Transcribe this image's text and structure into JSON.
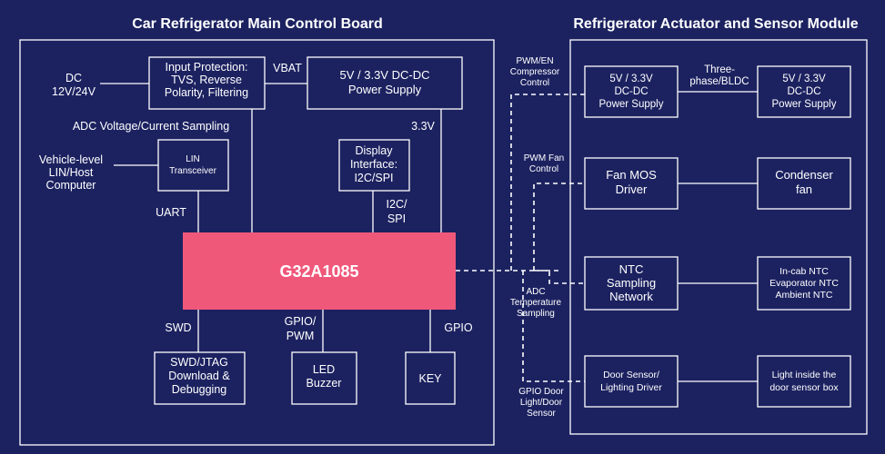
{
  "titles": {
    "main_board": "Car Refrigerator Main Control Board",
    "actuator_module": "Refrigerator Actuator and Sensor Module"
  },
  "mcu": "G32A1085",
  "blocks": {
    "input_protection": [
      "Input Protection:",
      "TVS, Reverse",
      "Polarity, Filtering"
    ],
    "power_main": [
      "5V / 3.3V DC-DC",
      "Power Supply"
    ],
    "lin": [
      "LIN",
      "Transceiver"
    ],
    "display": [
      "Display",
      "Interface:",
      "I2C/SPI"
    ],
    "swd": [
      "SWD/JTAG",
      "Download &",
      "Debugging"
    ],
    "led": [
      "LED",
      "Buzzer"
    ],
    "key": [
      "KEY"
    ],
    "power_mod_left": [
      "5V / 3.3V",
      "DC-DC",
      "Power Supply"
    ],
    "power_mod_right": [
      "5V / 3.3V",
      "DC-DC",
      "Power Supply"
    ],
    "fan_mos": [
      "Fan MOS",
      "Driver"
    ],
    "condenser": [
      "Condenser",
      "fan"
    ],
    "ntc_net": [
      "NTC",
      "Sampling",
      "Network"
    ],
    "ntc_sensors": [
      "In-cab NTC",
      "Evaporator NTC",
      "Ambient NTC"
    ],
    "door_drv": [
      "Door Sensor/",
      "Lighting Driver"
    ],
    "door_box": [
      "Light inside the",
      "door sensor box"
    ]
  },
  "labels": {
    "dc": [
      "DC",
      "12V/24V"
    ],
    "vbat": [
      "VBAT"
    ],
    "adc_vc": [
      "ADC Voltage/Current Sampling"
    ],
    "v33": [
      "3.3V"
    ],
    "vehicle": [
      "Vehicle-level",
      "LIN/Host",
      "Computer"
    ],
    "uart": [
      "UART"
    ],
    "i2c": [
      "I2C/",
      "SPI"
    ],
    "swd": [
      "SWD"
    ],
    "gpio_pwm": [
      "GPIO/",
      "PWM"
    ],
    "gpio": [
      "GPIO"
    ],
    "pwm_en": [
      "PWM/EN",
      "Compressor",
      "Control"
    ],
    "three_phase": [
      "Three-",
      "phase/BLDC"
    ],
    "pwm_fan": [
      "PWM Fan",
      "Control"
    ],
    "adc_temp": [
      "ADC",
      "Temperature",
      "Sampling"
    ],
    "gpio_door": [
      "GPIO Door",
      "Light/Door",
      "Sensor"
    ]
  }
}
